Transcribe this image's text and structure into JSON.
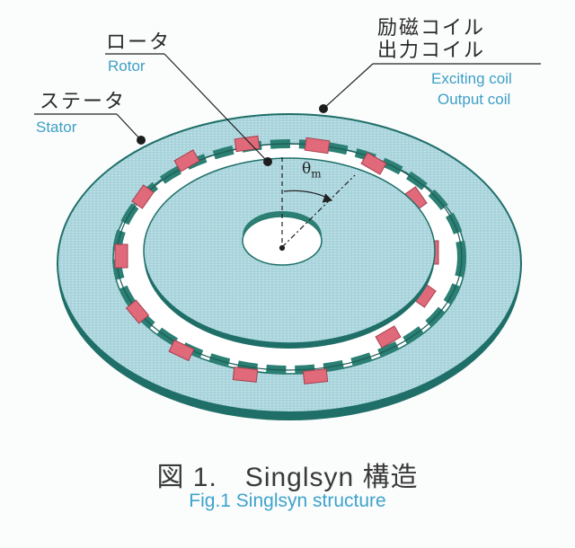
{
  "figure": {
    "title_jp": "図 1.　Singlsyn 構造",
    "title_en": "Fig.1  Singlsyn structure"
  },
  "labels": {
    "rotor": {
      "jp": "ロータ",
      "en": "Rotor"
    },
    "stator": {
      "jp": "ステータ",
      "en": "Stator"
    },
    "coils": {
      "jp_line1": "励磁コイル",
      "jp_line2": "出力コイル",
      "en_line1": "Exciting coil",
      "en_line2": "Output coil"
    },
    "angle": {
      "symbol": "θ",
      "subscript": "m"
    }
  },
  "colors": {
    "disc_fill": "#a9d4dc",
    "disc_edge": "#1f6f68",
    "coil": "#e0697a",
    "label_en": "#3d9fc7",
    "label_jp": "#2a2a2a"
  }
}
